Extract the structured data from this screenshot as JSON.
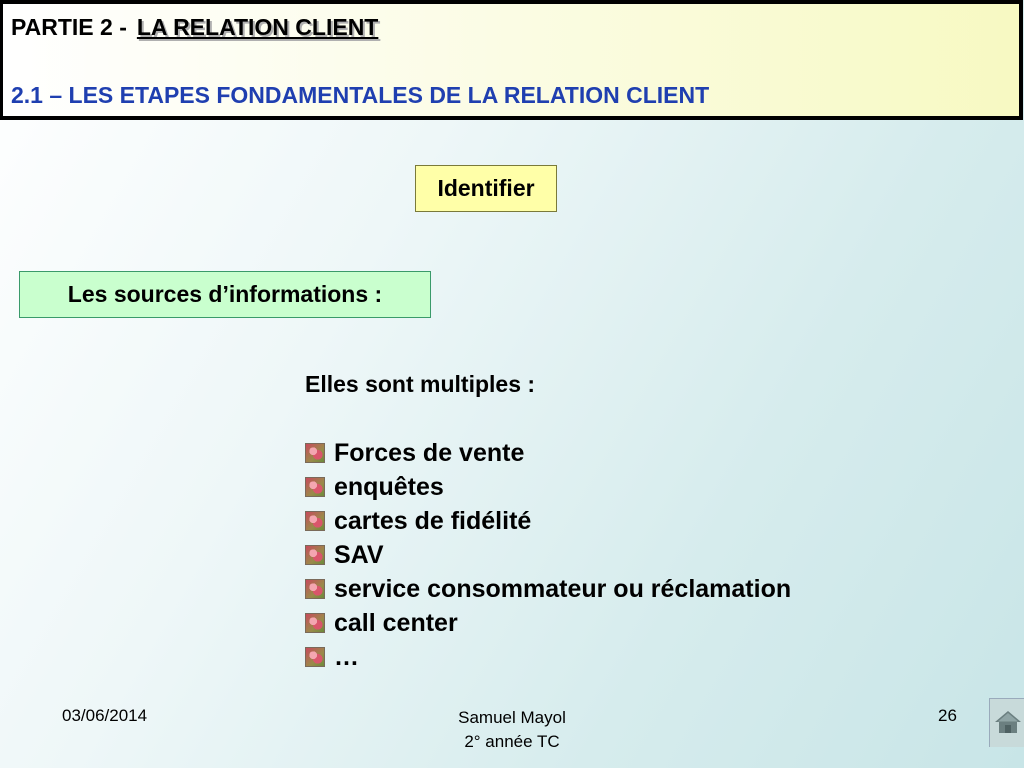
{
  "header": {
    "part_prefix": "PARTIE 2 -",
    "part_title": "LA RELATION CLIENT",
    "section_title": "2.1 – LES ETAPES FONDAMENTALES DE LA RELATION CLIENT"
  },
  "content": {
    "identifier_label": "Identifier",
    "sources_label": "Les sources d’informations :",
    "intro": "Elles sont multiples :",
    "bullets": [
      "Forces de vente",
      "enquêtes",
      "cartes de fidélité",
      "SAV",
      "service consommateur ou réclamation",
      "call center",
      "…"
    ],
    "bullet_icon": "flower-bullet-icon"
  },
  "footer": {
    "date": "03/06/2014",
    "author": "Samuel Mayol",
    "class": "2° année TC",
    "page_number": "26",
    "home_icon": "home-icon"
  },
  "colors": {
    "section_title": "#1f3fb0",
    "identifier_box": "#ffffa8",
    "sources_box": "#c9ffce"
  }
}
